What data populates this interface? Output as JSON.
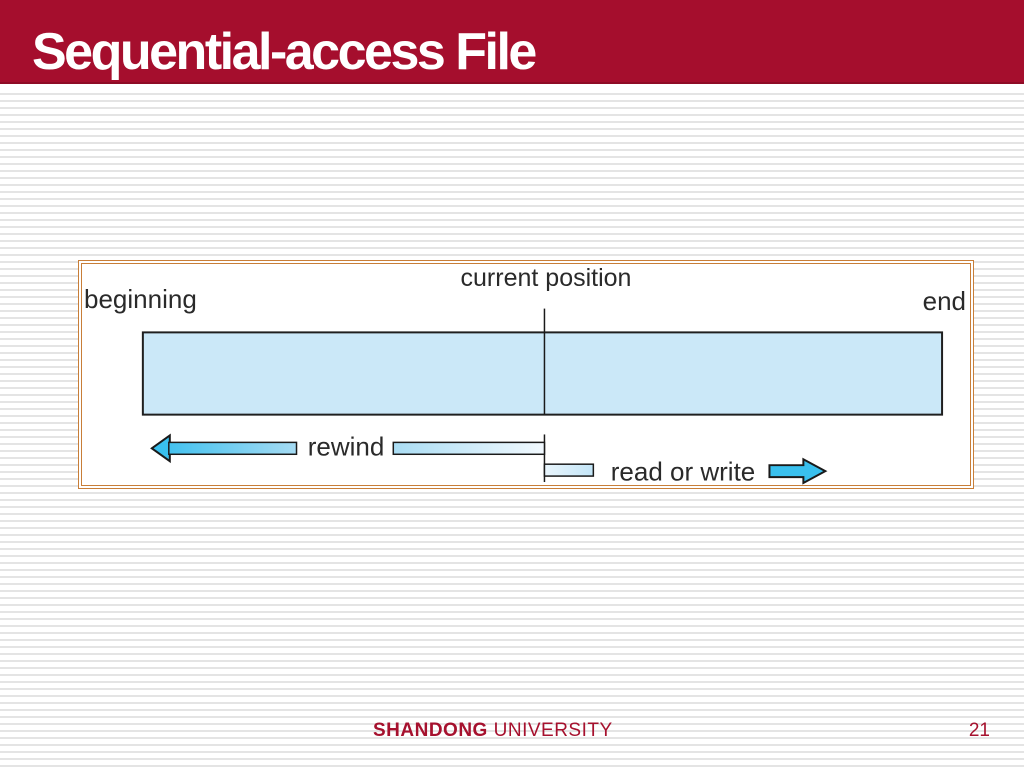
{
  "slide": {
    "title": "Sequential-access File",
    "page_number": "21",
    "footer": {
      "university_bold": "SHANDONG",
      "university_regular": "UNIVERSITY"
    }
  },
  "diagram": {
    "label_beginning": "beginning",
    "label_current_position": "current position",
    "label_end": "end",
    "action_rewind": "rewind",
    "action_read_or_write": "read or write"
  },
  "colors": {
    "title_bar_red": "#A50E2D",
    "footer_red": "#A6112E",
    "diagram_border_orange": "#C87E38",
    "file_fill_blue": "#CBE8F8",
    "arrow_cyan": "#39C0EE",
    "outline_dark": "#1A1A1A",
    "stripe_gray": "#E4E4E4"
  }
}
